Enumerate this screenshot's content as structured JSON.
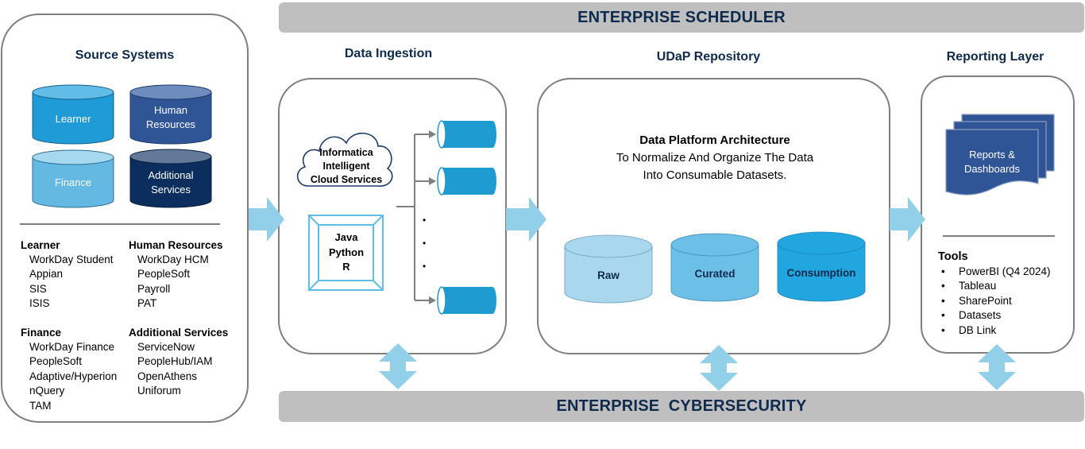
{
  "banners": {
    "top": "ENTERPRISE SCHEDULER",
    "bottom": "ENTERPRISE  CYBERSECURITY"
  },
  "source_systems": {
    "title": "Source Systems",
    "cylinders": [
      {
        "label_line1": "Learner",
        "label_line2": "",
        "color": "#1f9bd7"
      },
      {
        "label_line1": "Human",
        "label_line2": "Resources",
        "color": "#2f5597"
      },
      {
        "label_line1": "Finance",
        "label_line2": "",
        "color": "#64b9e3"
      },
      {
        "label_line1": "Additional",
        "label_line2": "Services",
        "color": "#0b2e5e"
      }
    ],
    "lists": [
      {
        "heading": "Learner",
        "items": [
          "WorkDay Student",
          "Appian",
          "SIS",
          "ISIS"
        ]
      },
      {
        "heading": "Human Resources",
        "items": [
          "WorkDay HCM",
          "PeopleSoft",
          "Payroll",
          "PAT"
        ]
      },
      {
        "heading": "Finance",
        "items": [
          "WorkDay Finance",
          "PeopleSoft",
          "Adaptive/Hyperion",
          "nQuery",
          "TAM"
        ]
      },
      {
        "heading": "Additional Services",
        "items": [
          "ServiceNow",
          "PeopleHub/IAM",
          "OpenAthens",
          "Uniforum"
        ]
      }
    ]
  },
  "data_ingestion": {
    "title": "Data Ingestion",
    "cloud_label": [
      "Informatica",
      "Intelligent",
      "Cloud Services"
    ],
    "languages": [
      "Java",
      "Python",
      "R"
    ],
    "ellipsis_dots": [
      "•",
      "•",
      "•"
    ]
  },
  "udap_repository": {
    "title": "UDaP Repository",
    "heading": "Data Platform Architecture",
    "description_line1": "To Normalize And Organize The Data",
    "description_line2": "Into Consumable Datasets.",
    "zones": [
      {
        "label": "Raw",
        "color": "#a9d8ee"
      },
      {
        "label": "Curated",
        "color": "#6cc0e8"
      },
      {
        "label": "Consumption",
        "color": "#22a6e0"
      }
    ]
  },
  "reporting_layer": {
    "title": "Reporting Layer",
    "documents_label_line1": "Reports &",
    "documents_label_line2": "Dashboards",
    "tools_heading": "Tools",
    "tools": [
      "PowerBI (Q4 2024)",
      "Tableau",
      "SharePoint",
      "Datasets",
      "DB Link"
    ]
  },
  "colors": {
    "banner_bg": "#bfbfbf",
    "title_navy": "#0e2a4d",
    "flow_arrow": "#92cfe8",
    "panel_border": "#7f7f7f",
    "pipe_blue": "#1e9bd1",
    "doc_blue": "#2f5597"
  }
}
